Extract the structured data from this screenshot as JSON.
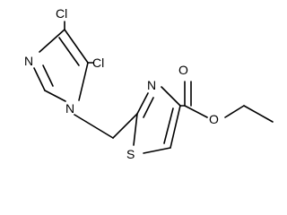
{
  "molecule": {
    "atoms": {
      "cl_top": "Cl",
      "cl_right": "Cl",
      "imidazole_n3": "N",
      "imidazole_n1": "N",
      "thiazole_n": "N",
      "thiazole_s": "S",
      "carbonyl_o": "O",
      "ester_o": "O"
    }
  },
  "colors": {
    "bond": "#000000",
    "label": "#000000",
    "background": "#ffffff"
  }
}
